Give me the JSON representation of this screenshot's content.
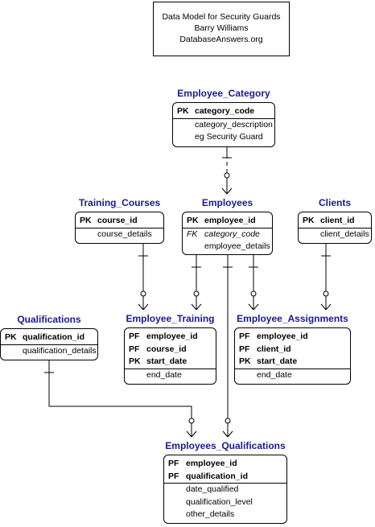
{
  "note": {
    "line1": "Data Model for Security Guards",
    "line2": "Barry Williams",
    "line3": "DatabaseAnswers.org"
  },
  "entities": {
    "employee_category": {
      "name": "Employee_Category",
      "pk": [
        {
          "key": "PK",
          "attr": "category_code"
        }
      ],
      "attrs": [
        "category_description",
        "eg Security Guard"
      ]
    },
    "employees": {
      "name": "Employees",
      "pk": [
        {
          "key": "PK",
          "attr": "employee_id"
        }
      ],
      "fk": [
        {
          "key": "FK",
          "attr": "category_code"
        }
      ],
      "attrs": [
        "employee_details"
      ]
    },
    "training_courses": {
      "name": "Training_Courses",
      "pk": [
        {
          "key": "PK",
          "attr": "course_id"
        }
      ],
      "attrs": [
        "course_details"
      ]
    },
    "clients": {
      "name": "Clients",
      "pk": [
        {
          "key": "PK",
          "attr": "client_id"
        }
      ],
      "attrs": [
        "client_details"
      ]
    },
    "qualifications": {
      "name": "Qualifications",
      "pk": [
        {
          "key": "PK",
          "attr": "qualification_id"
        }
      ],
      "attrs": [
        "qualification_details"
      ]
    },
    "employee_training": {
      "name": "Employee_Training",
      "pk": [
        {
          "key": "PF",
          "attr": "employee_id"
        },
        {
          "key": "PF",
          "attr": "course_id"
        },
        {
          "key": "PK",
          "attr": "start_date"
        }
      ],
      "attrs": [
        "end_date"
      ]
    },
    "employee_assignments": {
      "name": "Employee_Assignments",
      "pk": [
        {
          "key": "PF",
          "attr": "employee_id"
        },
        {
          "key": "PF",
          "attr": "client_id"
        },
        {
          "key": "PK",
          "attr": "start_date"
        }
      ],
      "attrs": [
        "end_date"
      ]
    },
    "employees_qualifications": {
      "name": "Employees_Qualifications",
      "pk": [
        {
          "key": "PF",
          "attr": "employee_id"
        },
        {
          "key": "PF",
          "attr": "qualification_id"
        }
      ],
      "attrs": [
        "date_qualified",
        "qualification_level",
        "other_details"
      ]
    }
  },
  "colors": {
    "entity_title": "#1b1b8f",
    "line": "#000000"
  }
}
